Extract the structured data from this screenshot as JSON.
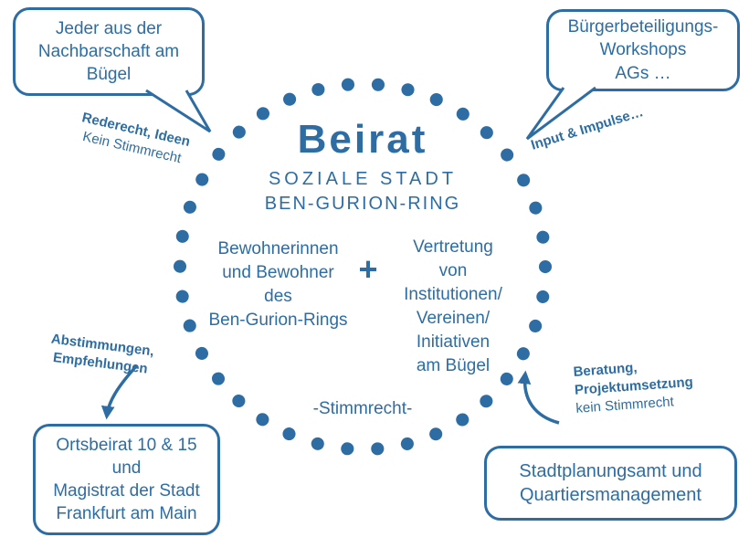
{
  "colors": {
    "accent": "#2d6da3"
  },
  "circle": {
    "title": "Beirat",
    "subtitle_line1": "SOZIALE STADT",
    "subtitle_line2": "BEN-GURION-RING",
    "left_group": "Bewohnerinnen\nund Bewohner\ndes\nBen-Gurion-Rings",
    "plus_sign": "+",
    "right_group": "Vertretung\nvon\nInstitutionen/\nVereinen/\nInitiativen\nam Bügel",
    "voting_note": "-Stimmrecht-"
  },
  "bubbles": {
    "neighborhood": {
      "text": "Jeder aus der\nNachbarschaft am\nBügel"
    },
    "workshops": {
      "text": "Bürgerbeteiligungs-\nWorkshops\nAGs …"
    },
    "ortsbeirat": {
      "text": "Ortsbeirat 10 & 15\nund\nMagistrat der Stadt\nFrankfurt am Main"
    },
    "stadtplanungsamt": {
      "text": "Stadtplanungsamt und\nQuartiersmanagement"
    }
  },
  "notes": {
    "neighborhood_bold": "Rederecht, Ideen",
    "neighborhood_normal": "Kein Stimmrecht",
    "workshops_bold": "Input & Impulse…",
    "ortsbeirat_bold": "Abstimmungen,\nEmpfehlungen",
    "stadtplanungsamt_bold": "Beratung,\nProjektumsetzung",
    "stadtplanungsamt_normal": "kein Stimmrecht"
  }
}
